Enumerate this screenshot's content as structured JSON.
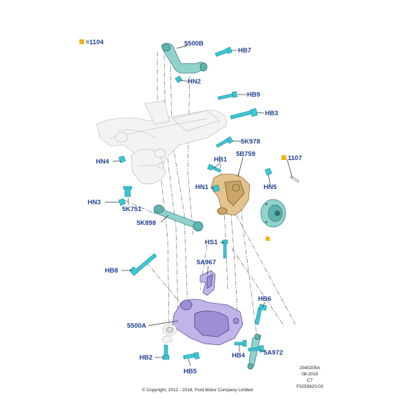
{
  "legend": {
    "top": {
      "text": "=1104",
      "swatch_color": "#f2b31c"
    },
    "bolt_group": {
      "text": "1107",
      "swatch_color": "#f2b31c"
    },
    "hub_marker_color": "#f2b31c"
  },
  "callouts": {
    "c5500B": "5500B",
    "hb7": "HB7",
    "hn2": "HN2",
    "hb9": "HB9",
    "hb3": "HB3",
    "k978": "5K978",
    "hn4": "HN4",
    "hb1": "HB1",
    "b759": "5B759",
    "hn1": "HN1",
    "hn5": "HN5",
    "hn3": "HN3",
    "k751": "5K751",
    "k898": "5K898",
    "hs1": "HS1",
    "a967": "5A967",
    "hb8": "HB8",
    "hb6": "HB6",
    "c5500A": "5500A",
    "hb4": "HB4",
    "a972": "5A972",
    "hb2": "HB2",
    "hb5": "HB5"
  },
  "footer": {
    "code_lines": [
      "2040205A",
      "08-2018",
      "C7",
      "F0255820-03"
    ],
    "copyright": "© Copyright, 2012 - 2018, Ford Motor Company Limited"
  },
  "colors": {
    "callout_text": "#1f3f8f",
    "fastener": "#39c9d6",
    "upper_arm": "#8fd3cc",
    "knuckle": "#e3c48d",
    "lower_arm": "#c1b4e8",
    "subframe": "#f3f3f3"
  },
  "icons": {
    "legend_square": "square-swatch",
    "fasteners": "bolt-icon"
  }
}
